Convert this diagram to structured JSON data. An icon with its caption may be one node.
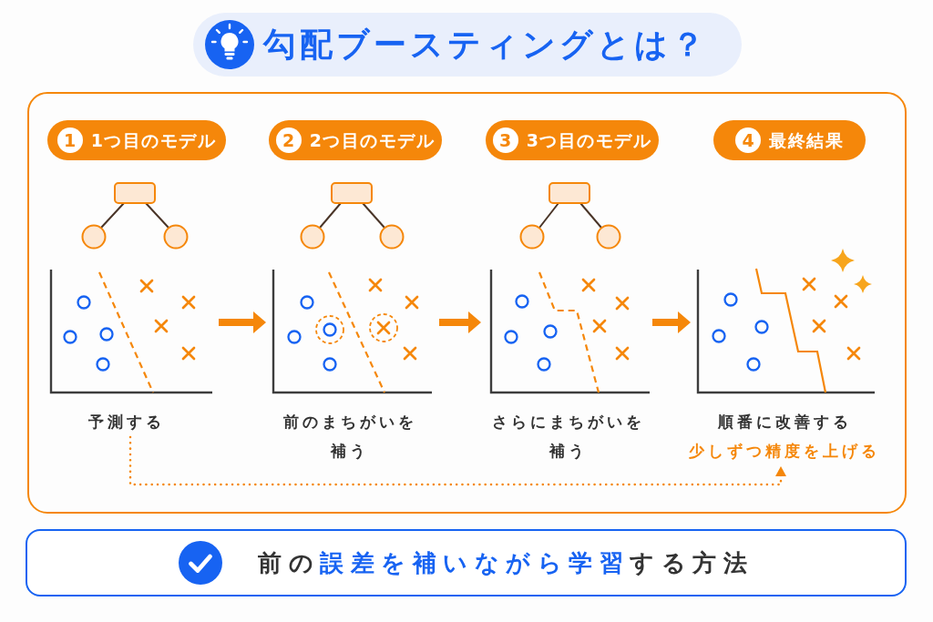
{
  "diagram": {
    "title": "勾配ブースティングとは？",
    "nodes": [
      {
        "text": [],
        "shape": "box"
      },
      {
        "text": [
          "1",
          "1つ目のモデル"
        ],
        "in": 0
      },
      {
        "text": [],
        "shape": "picture",
        "in": 0
      },
      {
        "text": [
          "予測する"
        ],
        "in": 0
      },
      {
        "text": [
          "2",
          "2つ目のモデル"
        ],
        "in": 0
      },
      {
        "text": [],
        "shape": "picture",
        "in": 0,
        "beside": [
          "前のまちがいを補う"
        ]
      },
      {
        "text": [
          "3",
          "3つ目のモデル"
        ],
        "in": 0
      },
      {
        "text": [],
        "shape": "picture",
        "in": 0,
        "beside": [
          "さらにまちがいを補う"
        ]
      },
      {
        "text": [
          "4",
          "最終結果"
        ],
        "in": 0
      },
      {
        "text": [],
        "shape": "picture",
        "in": 0
      },
      {
        "text": [
          "順番に改善する",
          "少しずつ精度を上げる"
        ],
        "in": 0
      },
      {
        "text": [
          "前の**誤差を補いながら学習**する方法"
        ]
      }
    ],
    "edges": [
      {
        "from": 2,
        "to": 5,
        "arrow": "to"
      },
      {
        "from": 5,
        "to": 7,
        "arrow": "to"
      },
      {
        "from": 7,
        "to": 9,
        "arrow": "to"
      },
      {
        "from": 3,
        "to": 10,
        "arrow": "to",
        "style": "dashed"
      }
    ]
  }
}
